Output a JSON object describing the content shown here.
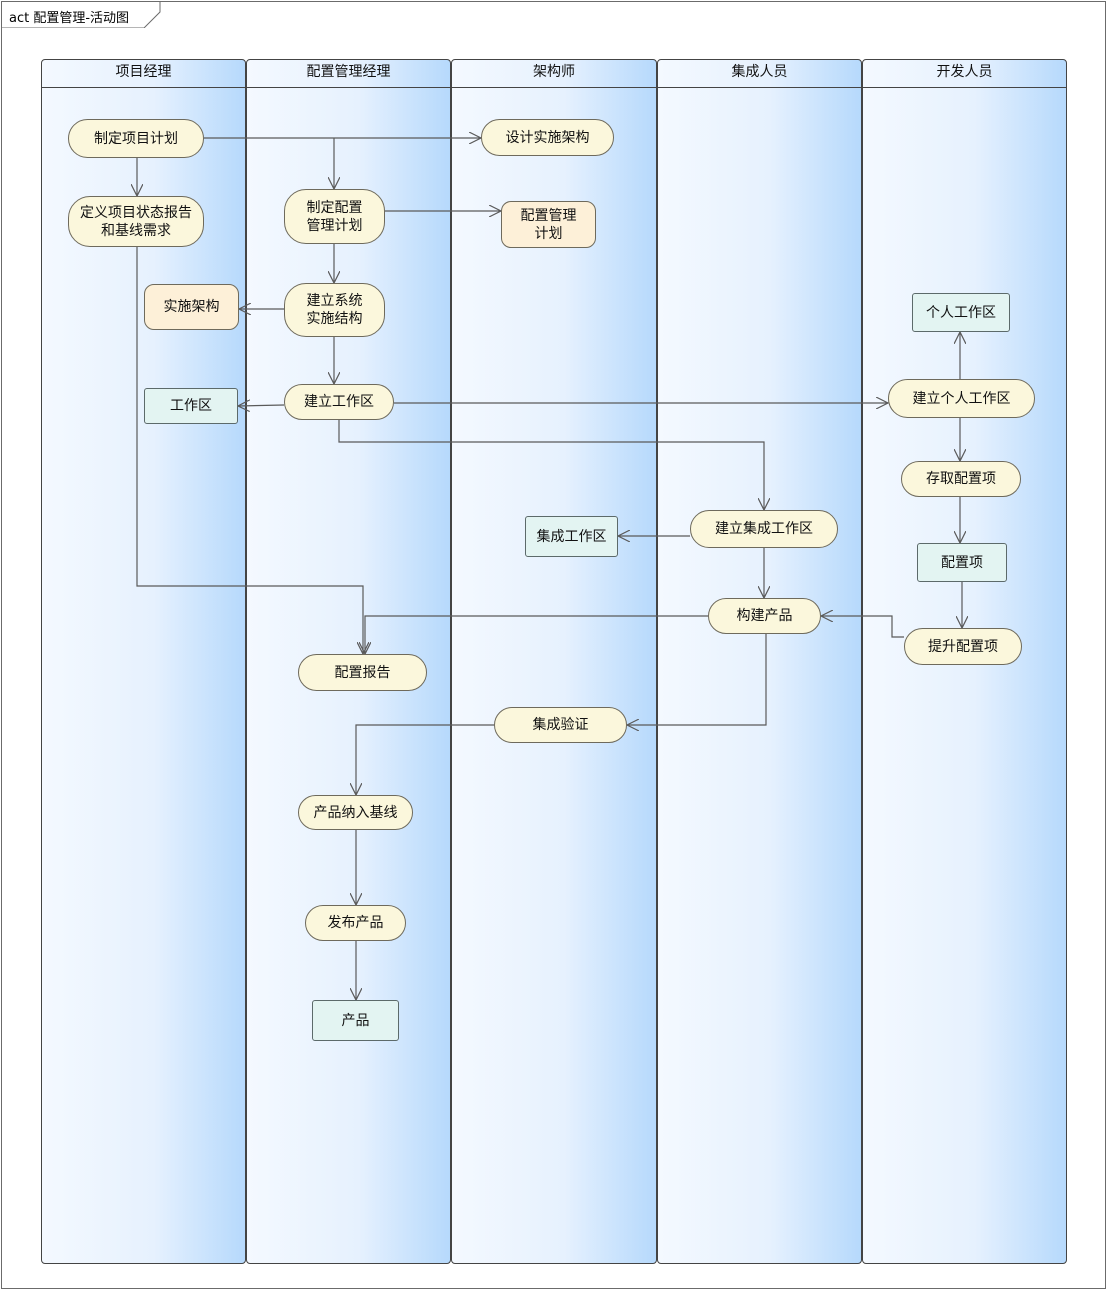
{
  "diagram": {
    "title": "act 配置管理-活动图",
    "lanes": [
      {
        "id": "pm",
        "label": "项目经理"
      },
      {
        "id": "cm",
        "label": "配置管理经理"
      },
      {
        "id": "arch",
        "label": "架构师"
      },
      {
        "id": "int",
        "label": "集成人员"
      },
      {
        "id": "dev",
        "label": "开发人员"
      }
    ],
    "activities": {
      "make_project_plan": "制定项目计划",
      "define_status_report": "定义项目状态报告和基线需求",
      "make_cm_plan": "制定配置管理计划",
      "build_system_structure": "建立系统实施结构",
      "build_workspace": "建立工作区",
      "design_architecture": "设计实施架构",
      "build_integration_workspace": "建立集成工作区",
      "build_product": "构建产品",
      "config_report": "配置报告",
      "integration_verify": "集成验证",
      "product_baseline": "产品纳入基线",
      "release_product": "发布产品",
      "build_personal_workspace": "建立个人工作区",
      "access_config_items": "存取配置项",
      "promote_config_items": "提升配置项"
    },
    "objects": {
      "cm_plan": "配置管理计划",
      "impl_arch": "实施架构",
      "workspace": "工作区",
      "personal_workspace": "个人工作区",
      "integration_workspace": "集成工作区",
      "config_item": "配置项",
      "product": "产品"
    },
    "colors": {
      "activity_fill": "#fbf7dc",
      "pin_fill": "#fdf0d8",
      "object_fill": "#e3f4f2",
      "lane_light": "#f4f9ff",
      "lane_dark": "#b6d9fc",
      "edge": "#5a5a5a"
    }
  }
}
